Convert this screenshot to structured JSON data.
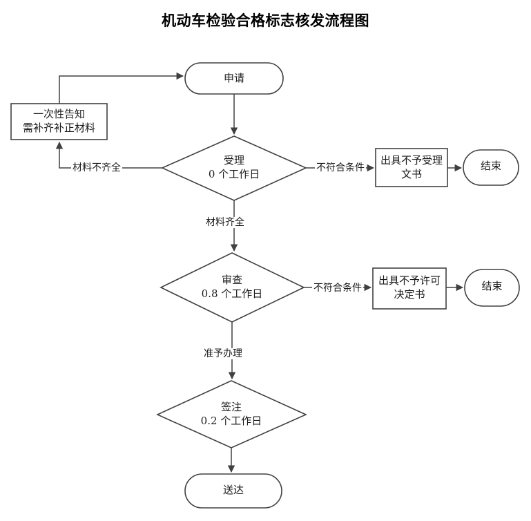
{
  "title": "机动车检验合格标志核发流程图",
  "colors": {
    "stroke": "#404040",
    "text": "#1a1a1a",
    "background": "#ffffff"
  },
  "chart_data": {
    "type": "diagram",
    "title": "机动车检验合格标志核发流程图",
    "nodes": [
      {
        "id": "apply",
        "label": "申请",
        "shape": "stadium"
      },
      {
        "id": "notice",
        "label_line1": "一次性告知",
        "label_line2": "需补齐补正材料",
        "shape": "rect"
      },
      {
        "id": "accept",
        "label_line1": "受理",
        "label_line2": "0 个工作日",
        "shape": "diamond"
      },
      {
        "id": "reject_doc",
        "label_line1": "出具不予受理",
        "label_line2": "文书",
        "shape": "rect"
      },
      {
        "id": "end1",
        "label": "结束",
        "shape": "stadium"
      },
      {
        "id": "review",
        "label_line1": "审查",
        "label_line2": "0.8 个工作日",
        "shape": "diamond"
      },
      {
        "id": "deny_doc",
        "label_line1": "出具不予许可",
        "label_line2": "决定书",
        "shape": "rect"
      },
      {
        "id": "end2",
        "label": "结束",
        "shape": "stadium"
      },
      {
        "id": "endorse",
        "label_line1": "签注",
        "label_line2": "0.2 个工作日",
        "shape": "diamond"
      },
      {
        "id": "deliver",
        "label": "送达",
        "shape": "stadium"
      }
    ],
    "edges": [
      {
        "from": "apply",
        "to": "accept",
        "label": ""
      },
      {
        "from": "accept",
        "to": "notice",
        "label": "材料不齐全"
      },
      {
        "from": "notice",
        "to": "apply",
        "label": ""
      },
      {
        "from": "accept",
        "to": "reject_doc",
        "label": "不符合条件"
      },
      {
        "from": "reject_doc",
        "to": "end1",
        "label": ""
      },
      {
        "from": "accept",
        "to": "review",
        "label": "材料齐全"
      },
      {
        "from": "review",
        "to": "deny_doc",
        "label": "不符合条件"
      },
      {
        "from": "deny_doc",
        "to": "end2",
        "label": ""
      },
      {
        "from": "review",
        "to": "endorse",
        "label": "准予办理"
      },
      {
        "from": "endorse",
        "to": "deliver",
        "label": ""
      }
    ]
  },
  "nodes": {
    "apply": {
      "label": "申请"
    },
    "notice": {
      "line1": "一次性告知",
      "line2": "需补齐补正材料"
    },
    "accept": {
      "line1": "受理",
      "num": "0",
      "unit": " 个工作日"
    },
    "reject_doc": {
      "line1": "出具不予受理",
      "line2": "文书"
    },
    "end1": {
      "label": "结束"
    },
    "review": {
      "line1": "审查",
      "num": "0.8",
      "unit": " 个工作日"
    },
    "deny_doc": {
      "line1": "出具不予许可",
      "line2": "决定书"
    },
    "end2": {
      "label": "结束"
    },
    "endorse": {
      "line1": "签注",
      "num": "0.2",
      "unit": " 个工作日"
    },
    "deliver": {
      "label": "送达"
    }
  },
  "labels": {
    "incomplete_materials": "材料不齐全",
    "not_qualified_1": "不符合条件",
    "complete_materials": "材料齐全",
    "not_qualified_2": "不符合条件",
    "approved": "准予办理"
  }
}
